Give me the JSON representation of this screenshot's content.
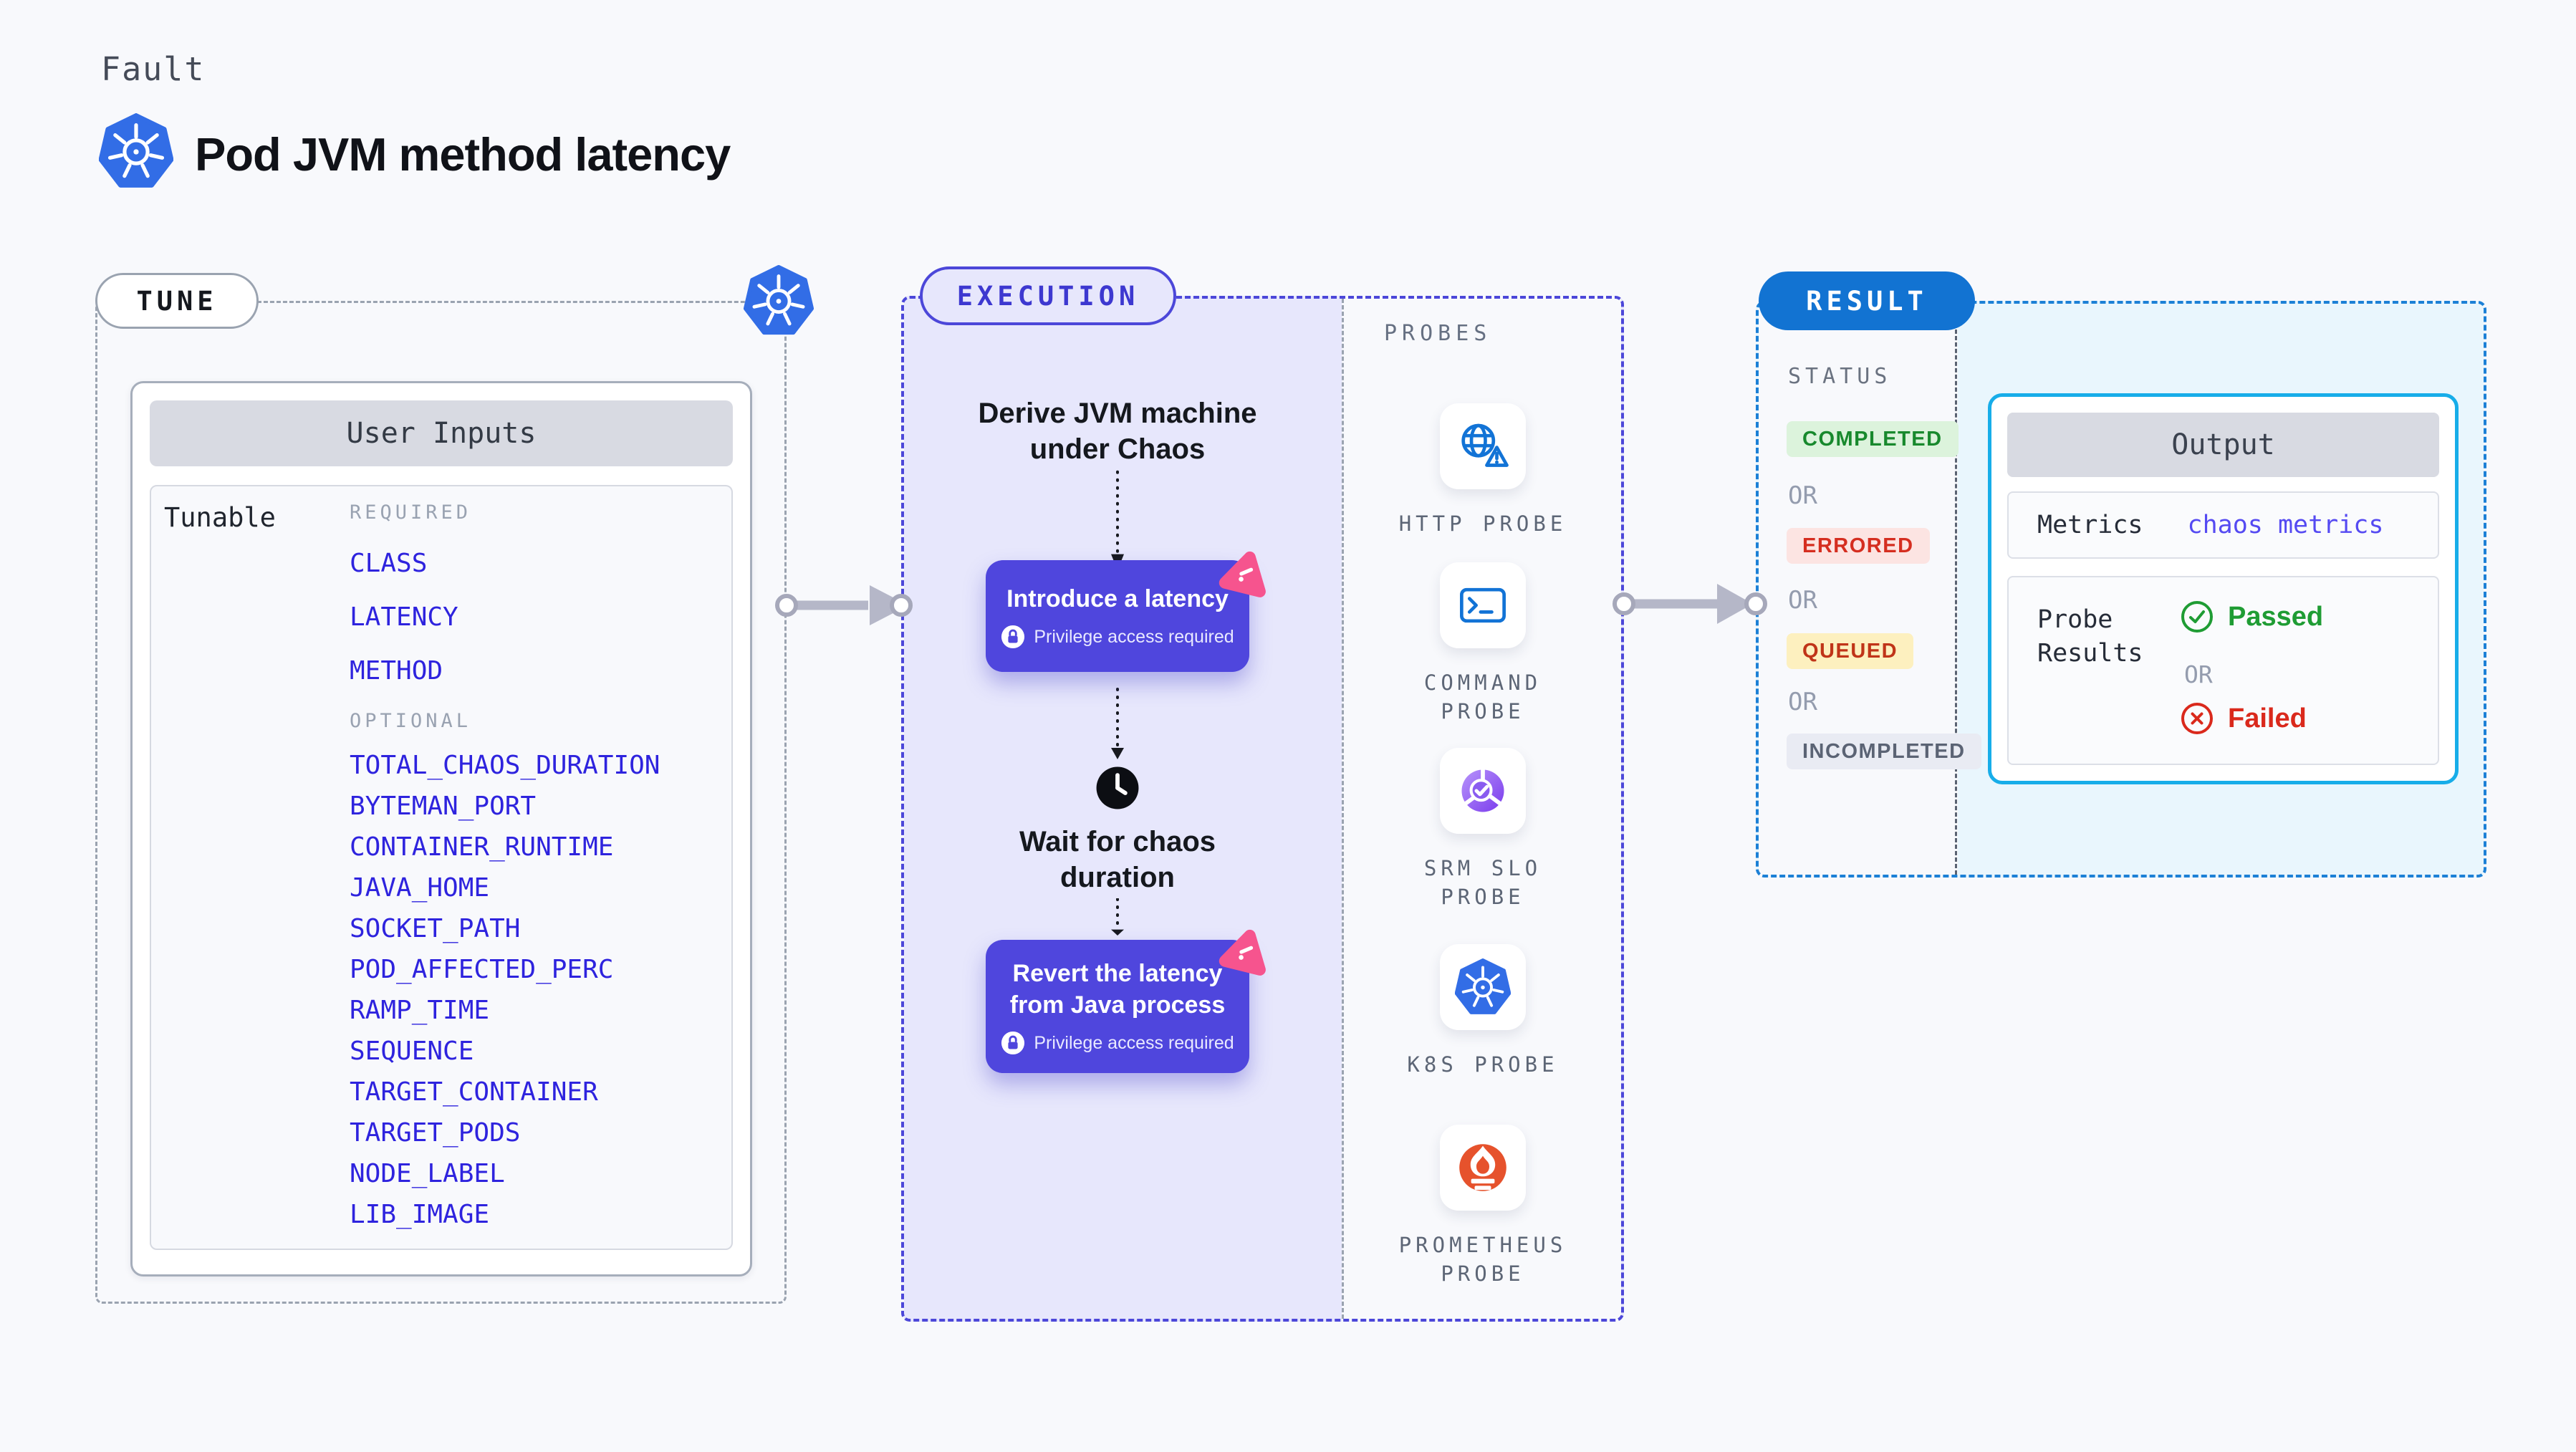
{
  "header": {
    "fault_label": "Fault",
    "title": "Pod JVM method latency"
  },
  "tune": {
    "pill": "TUNE",
    "card_title": "User Inputs",
    "row_label": "Tunable",
    "required_label": "REQUIRED",
    "optional_label": "OPTIONAL",
    "required_items": [
      "CLASS",
      "LATENCY",
      "METHOD"
    ],
    "optional_items": [
      "TOTAL_CHAOS_DURATION",
      "BYTEMAN_PORT",
      "CONTAINER_RUNTIME",
      "JAVA_HOME",
      "SOCKET_PATH",
      "POD_AFFECTED_PERC",
      "RAMP_TIME",
      "SEQUENCE",
      "TARGET_CONTAINER",
      "TARGET_PODS",
      "NODE_LABEL",
      "LIB_IMAGE"
    ]
  },
  "execution": {
    "pill": "EXECUTION",
    "step_derive": "Derive JVM machine under Chaos",
    "action_introduce": {
      "title": "Introduce a latency",
      "privilege": "Privilege access required"
    },
    "step_wait": "Wait for chaos duration",
    "action_revert": {
      "title": "Revert the latency from Java process",
      "privilege": "Privilege access required"
    }
  },
  "probes": {
    "label": "PROBES",
    "items": [
      {
        "name": "HTTP PROBE",
        "icon": "globe-alert-icon"
      },
      {
        "name": "COMMAND PROBE",
        "icon": "terminal-icon"
      },
      {
        "name": "SRM SLO PROBE",
        "icon": "slo-donut-icon"
      },
      {
        "name": "K8S PROBE",
        "icon": "kubernetes-icon"
      },
      {
        "name": "PROMETHEUS PROBE",
        "icon": "prometheus-icon"
      }
    ]
  },
  "result": {
    "pill": "RESULT",
    "status_label": "STATUS",
    "or_label": "OR",
    "statuses": [
      {
        "label": "COMPLETED",
        "bg": "#dcf3dc",
        "color": "#18892d"
      },
      {
        "label": "ERRORED",
        "bg": "#fce4e2",
        "color": "#d52e20"
      },
      {
        "label": "QUEUED",
        "bg": "#fdf0bf",
        "color": "#c03418"
      },
      {
        "label": "INCOMPLETED",
        "bg": "#e9ebf3",
        "color": "#5b6374"
      }
    ],
    "output": {
      "title": "Output",
      "metrics_label": "Metrics",
      "metrics_value": "chaos metrics",
      "probe_results_label": "Probe Results",
      "passed_label": "Passed",
      "failed_label": "Failed"
    }
  },
  "colors": {
    "page_bg": "#f8f9fc",
    "accent_indigo": "#4c47d9",
    "button_indigo": "#4f46dd",
    "lavender": "#e7e7fc",
    "item_blue": "#2e23de",
    "result_blue": "#1273d2",
    "result_border": "#1c80d6",
    "cyan_bg": "#e9f6fd",
    "output_border": "#17ade9",
    "k8s_blue": "#326de6",
    "probe_blue": "#1273d6",
    "prometheus_orange": "#e6522c",
    "pink": "#f6548e",
    "green": "#1f9c34",
    "red": "#da291c"
  }
}
